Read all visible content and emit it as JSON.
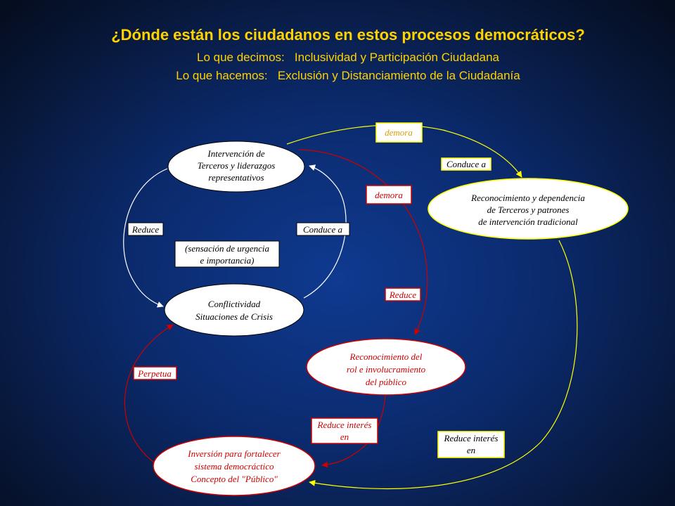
{
  "header": {
    "title": "¿Dónde están los ciudadanos en estos procesos democráticos?",
    "subtitle_1": "Lo que decimos:   Inclusividad y Participación Ciudadana",
    "subtitle_2": "Lo que hacemos:   Exclusión y Distanciamiento de la Ciudadanía"
  },
  "colors": {
    "title": "#ffd200",
    "white_loop": "#ffffff",
    "yellow_loop": "#ffff00",
    "red_loop": "#cc0000",
    "text_dark": "#000000"
  },
  "nodes": {
    "intervencion": [
      "Intervención de",
      "Terceros y liderazgos",
      "representativos"
    ],
    "conflictividad": [
      "Conflictividad",
      "Situaciones de Crisis"
    ],
    "reconocimiento_dependencia": [
      "Reconocimiento y dependencia",
      "de Terceros y patrones",
      "de intervención tradicional"
    ],
    "reconocimiento_rol": [
      "Reconocimiento del",
      "rol e involucramiento",
      "del público"
    ],
    "inversion": [
      "Inversión para fortalecer",
      "sistema democráctico",
      "Concepto del \"Público\""
    ]
  },
  "labels": {
    "reduce_left": "Reduce",
    "conduce_a_left": "Conduce a",
    "sensacion": [
      "(sensación de urgencia",
      "e importancia)"
    ],
    "demora_yellow": "demora",
    "conduce_a_yellow": "Conduce a",
    "demora_red": "demora",
    "reduce_red": "Reduce",
    "perpetua": "Perpetua",
    "reduce_interes_red": [
      "Reduce interés",
      "en"
    ],
    "reduce_interes_yellow": [
      "Reduce interés",
      "en"
    ]
  }
}
